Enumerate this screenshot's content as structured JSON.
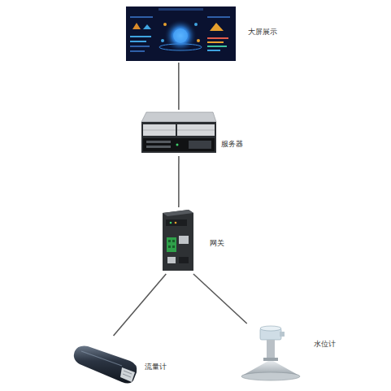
{
  "diagram": {
    "nodes": [
      {
        "text": [
          "大屏展示"
        ]
      },
      {
        "text": [
          "服务器"
        ]
      },
      {
        "text": [
          "网关"
        ]
      },
      {
        "text": [
          "流量计"
        ]
      },
      {
        "text": [
          "水位计"
        ]
      }
    ],
    "edges": [
      {
        "from": 0,
        "to": 1,
        "arrow": "none"
      },
      {
        "from": 1,
        "to": 2,
        "arrow": "none"
      },
      {
        "from": 2,
        "to": 3,
        "arrow": "none"
      },
      {
        "from": 2,
        "to": 4,
        "arrow": "none"
      }
    ]
  }
}
